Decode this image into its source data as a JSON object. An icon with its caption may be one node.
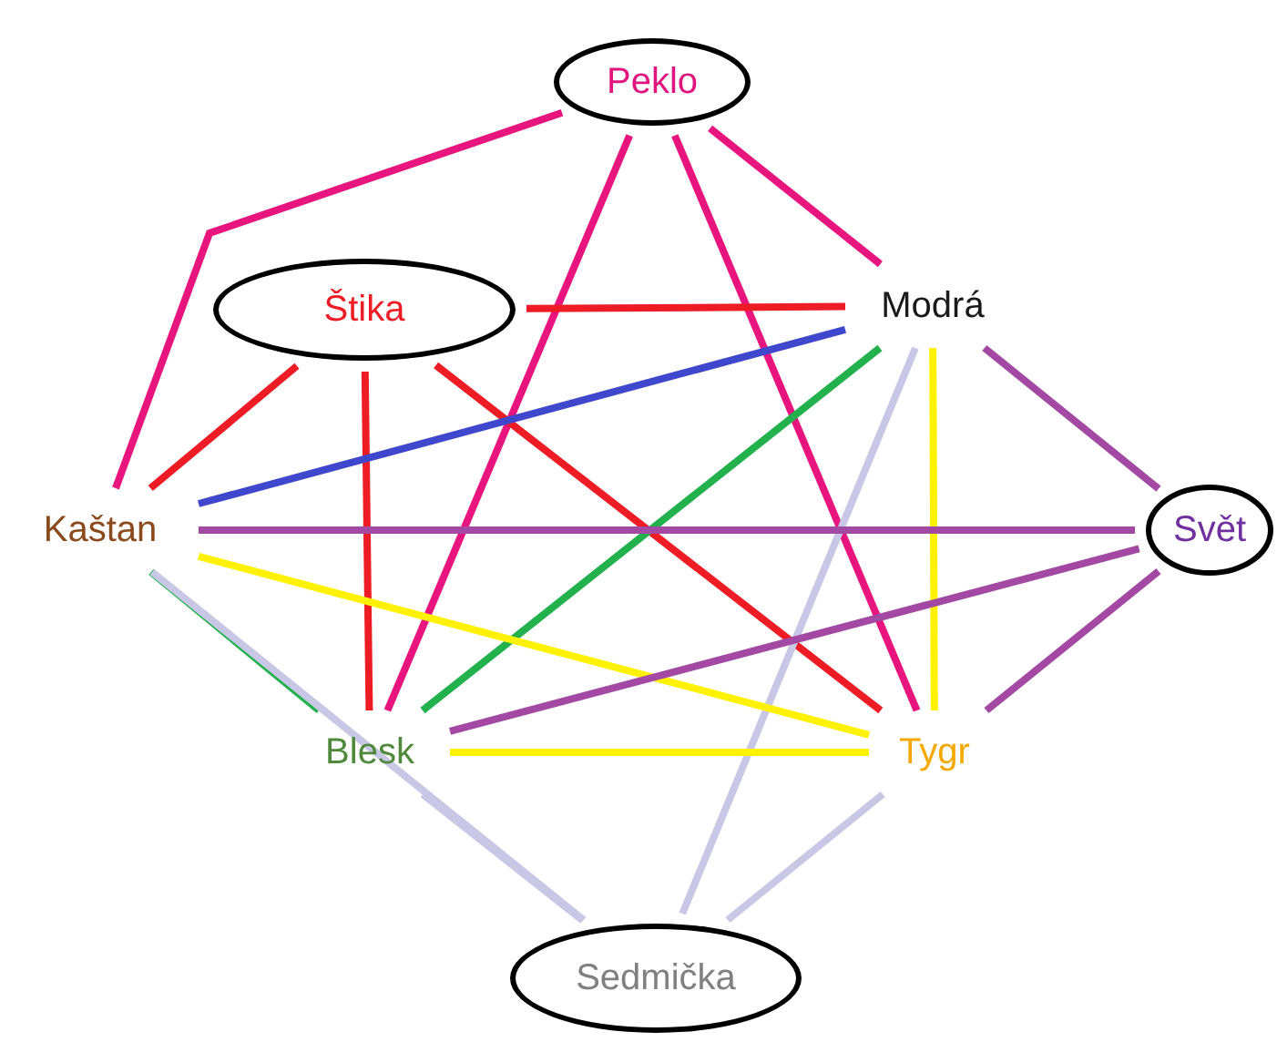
{
  "diagram": {
    "nodes": [
      {
        "text": [
          "Peklo"
        ]
      },
      {
        "text": [
          "Štika"
        ]
      },
      {
        "text": [
          "Modrá"
        ]
      },
      {
        "text": [
          "Kaštan"
        ]
      },
      {
        "text": [
          "Svět"
        ]
      },
      {
        "text": [
          "Blesk"
        ]
      },
      {
        "text": [
          "Tygr"
        ]
      },
      {
        "text": [
          "Sedmička"
        ]
      }
    ],
    "edges": [
      {
        "from": 0,
        "to": 3,
        "arrow": "none",
        "color": "#e8157f"
      },
      {
        "from": 0,
        "to": 5,
        "arrow": "none",
        "color": "#e8157f"
      },
      {
        "from": 0,
        "to": 6,
        "arrow": "none",
        "color": "#e8157f"
      },
      {
        "from": 0,
        "to": 2,
        "arrow": "none",
        "color": "#e8157f"
      },
      {
        "from": 1,
        "to": 2,
        "arrow": "none",
        "color": "#ee1c24"
      },
      {
        "from": 1,
        "to": 3,
        "arrow": "none",
        "color": "#ee1c24"
      },
      {
        "from": 1,
        "to": 5,
        "arrow": "none",
        "color": "#ee1c24"
      },
      {
        "from": 1,
        "to": 6,
        "arrow": "none",
        "color": "#ee1c24"
      },
      {
        "from": 3,
        "to": 2,
        "arrow": "none",
        "color": "#3f48cc"
      },
      {
        "from": 2,
        "to": 5,
        "arrow": "none",
        "color": "#22b14c"
      },
      {
        "from": 3,
        "to": 5,
        "arrow": "none",
        "color": "#22b14c"
      },
      {
        "from": 2,
        "to": 7,
        "arrow": "none",
        "color": "#c8c8e6"
      },
      {
        "from": 3,
        "to": 7,
        "arrow": "none",
        "color": "#c8c8e6"
      },
      {
        "from": 5,
        "to": 7,
        "arrow": "none",
        "color": "#c8c8e6"
      },
      {
        "from": 6,
        "to": 7,
        "arrow": "none",
        "color": "#c8c8e6"
      },
      {
        "from": 2,
        "to": 6,
        "arrow": "none",
        "color": "#fff200"
      },
      {
        "from": 3,
        "to": 6,
        "arrow": "none",
        "color": "#fff200"
      },
      {
        "from": 5,
        "to": 6,
        "arrow": "none",
        "color": "#fff200"
      },
      {
        "from": 2,
        "to": 4,
        "arrow": "none",
        "color": "#a349a4"
      },
      {
        "from": 3,
        "to": 4,
        "arrow": "none",
        "color": "#a349a4"
      },
      {
        "from": 4,
        "to": 5,
        "arrow": "none",
        "color": "#a349a4"
      },
      {
        "from": 4,
        "to": 6,
        "arrow": "none",
        "color": "#a349a4"
      }
    ]
  }
}
